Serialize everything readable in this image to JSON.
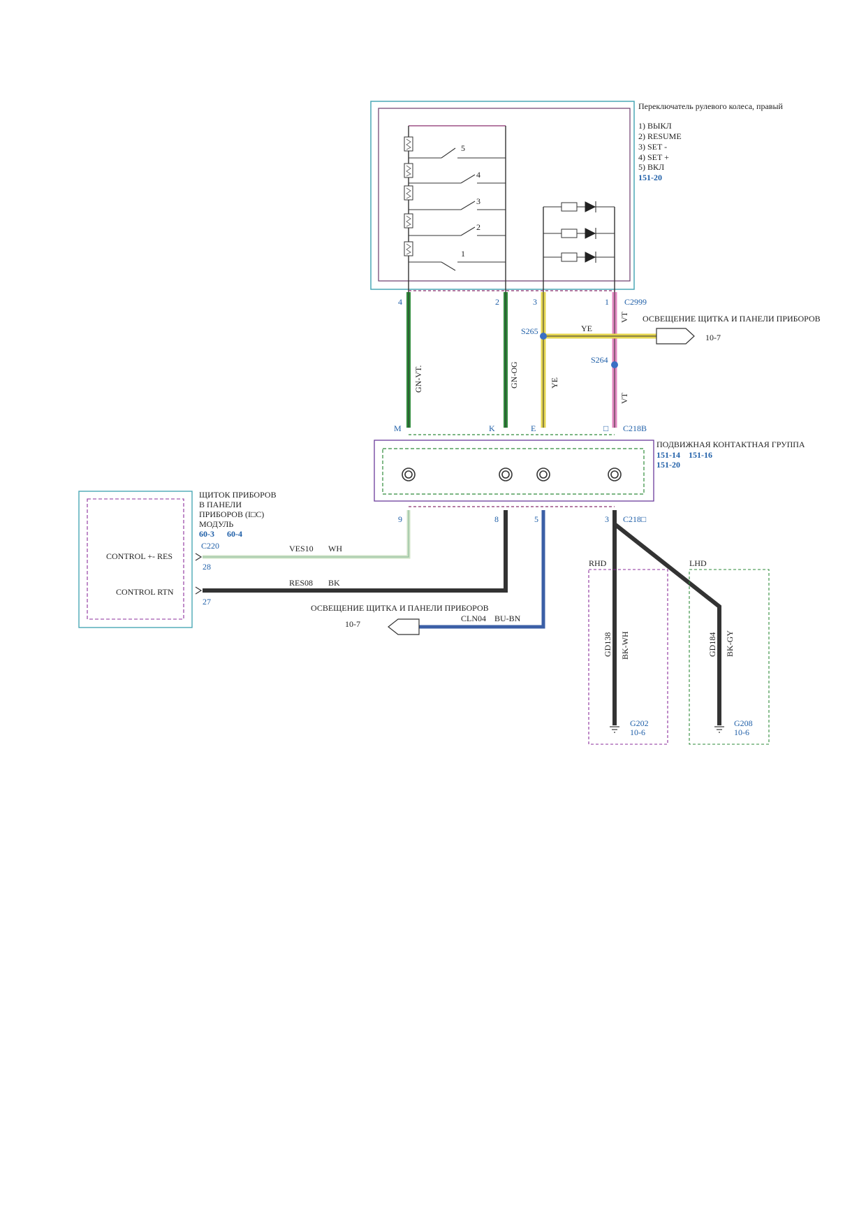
{
  "switch_box": {
    "title": "Переключатель рулевого колеса, правый",
    "positions": [
      "1) ВЫКЛ",
      "2) RESUME",
      "3) SET -",
      "4) SET +",
      "5) ВКЛ"
    ],
    "ref": "151-20",
    "switch_numbers": [
      "5",
      "4",
      "3",
      "2",
      "1"
    ]
  },
  "connector_c2999": {
    "label": "C2999",
    "pins": [
      "4",
      "2",
      "3",
      "1"
    ]
  },
  "wires_top": {
    "w1": "GN-VT.",
    "w2": "GN-OG",
    "w3": "YE",
    "w4": "VT",
    "w4b": "VT",
    "branch_ye": "YE"
  },
  "splices": {
    "s265": "S265",
    "s264": "S264"
  },
  "illumination_top": {
    "label": "ОСВЕЩЕНИЕ ЩИТКА И ПАНЕЛИ ПРИБОРОВ",
    "ref": "10-7"
  },
  "connector_c218b": {
    "label": "C218B",
    "pins": [
      "M",
      "K",
      "E",
      "□"
    ]
  },
  "clockspring": {
    "title": "ПОДВИЖНАЯ КОНТАКТНАЯ ГРУППА",
    "ref1": "151-14",
    "ref2": "151-16",
    "ref3": "151-20"
  },
  "connector_c218": {
    "label": "C218□",
    "pins": [
      "9",
      "8",
      "5",
      "3"
    ]
  },
  "cluster": {
    "line1": "ЩИТОК ПРИБОРОВ",
    "line2": "В ПАНЕЛИ",
    "line3": "ПРИБОРОВ (I□C)",
    "line4": "МОДУЛЬ",
    "ref1": "60-3",
    "ref2": "60-4",
    "connector": "C220",
    "pin1_label": "CONTROL +- RES",
    "pin1": "28",
    "pin2_label": "CONTROL RTN",
    "pin2": "27"
  },
  "wires_bottom": {
    "ves10": "VES10",
    "wh": "WH",
    "res08": "RES08",
    "bk": "BK",
    "cln04": "CLN04",
    "bubn": "BU-BN"
  },
  "illumination_bottom": {
    "label": "ОСВЕЩЕНИЕ ЩИТКА И ПАНЕЛИ ПРИБОРОВ",
    "ref": "10-7"
  },
  "rhd": {
    "title": "RHD",
    "circuit": "GD138",
    "color": "BK-WH",
    "ground": "G202",
    "ref": "10-6"
  },
  "lhd": {
    "title": "LHD",
    "circuit": "GD184",
    "color": "BK-GY",
    "ground": "G208",
    "ref": "10-6"
  }
}
